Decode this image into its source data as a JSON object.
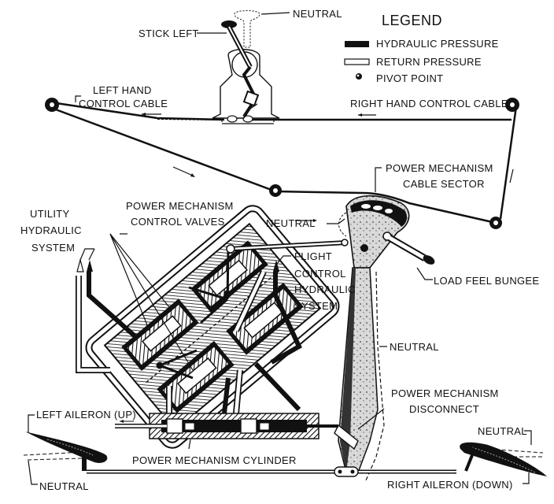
{
  "legend": {
    "title": "LEGEND",
    "items": [
      {
        "symbol": "solid-black-bar",
        "label": "HYDRAULIC PRESSURE"
      },
      {
        "symbol": "outlined-white-bar",
        "label": "RETURN PRESSURE"
      },
      {
        "symbol": "pivot-dot",
        "label": "PIVOT POINT"
      }
    ]
  },
  "labels": {
    "neutral_stick": "NEUTRAL",
    "stick_left": "STICK LEFT",
    "left_hand_cable_1": "LEFT HAND",
    "left_hand_cable_2": "CONTROL CABLE",
    "right_hand_cable": "RIGHT HAND  CONTROL CABLE",
    "cable_sector_1": "POWER MECHANISM",
    "cable_sector_2": "CABLE SECTOR",
    "control_valves_1": "POWER MECHANISM",
    "control_valves_2": "CONTROL VALVES",
    "utility_1": "UTILITY",
    "utility_2": "HYDRAULIC",
    "utility_3": "SYSTEM",
    "neutral_sector": "NEUTRAL",
    "flight_control_1": "FLIGHT",
    "flight_control_2": "CONTROL",
    "flight_control_3": "HYDRAULIC",
    "flight_control_4": "SYSTEM",
    "load_feel_bungee": "LOAD FEEL BUNGEE",
    "neutral_arm": "NEUTRAL",
    "disconnect_1": "POWER MECHANISM",
    "disconnect_2": "DISCONNECT",
    "left_aileron": "LEFT AILERON (UP)",
    "neutral_left_aileron": "NEUTRAL",
    "cylinder": "POWER MECHANISM CYLINDER",
    "neutral_right_aileron": "NEUTRAL",
    "right_aileron": "RIGHT AILERON (DOWN)"
  }
}
